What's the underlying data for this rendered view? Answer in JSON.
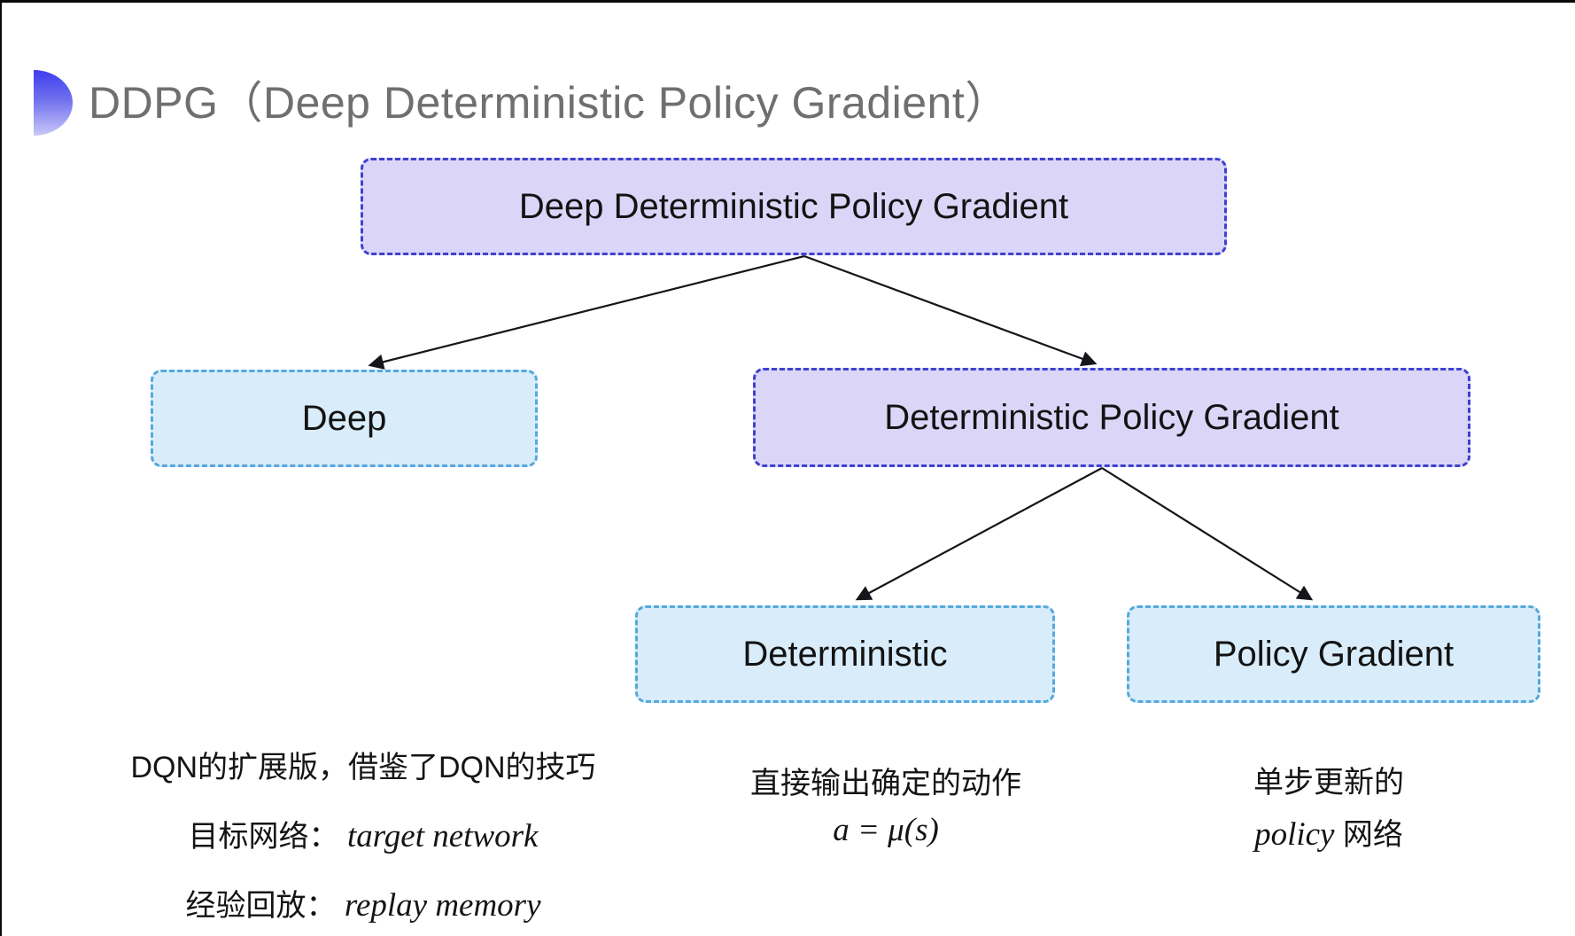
{
  "header": {
    "title": "DDPG（Deep Deterministic Policy Gradient）"
  },
  "nodes": {
    "root": {
      "label": "Deep Deterministic Policy Gradient",
      "variant": "purple"
    },
    "deep": {
      "label": "Deep",
      "variant": "blue"
    },
    "dpg": {
      "label": "Deterministic Policy Gradient",
      "variant": "purple"
    },
    "deterministic": {
      "label": "Deterministic",
      "variant": "blue"
    },
    "policy_gradient": {
      "label": "Policy Gradient",
      "variant": "blue"
    }
  },
  "annotations": {
    "deep": {
      "summary": "DQN的扩展版，借鉴了DQN的技巧",
      "target_label": "目标网络：",
      "target_value": "target network",
      "replay_label": "经验回放：",
      "replay_value": "replay memory"
    },
    "deterministic": {
      "line1": "直接输出确定的动作",
      "formula": "a = μ(s)"
    },
    "policy_gradient": {
      "line1": "单步更新的",
      "word_en": "policy",
      "word_cn": " 网络"
    }
  },
  "colors": {
    "purple_fill": "#dbd6f8",
    "purple_border": "#4040d0",
    "blue_fill": "#d8ecf9",
    "blue_border": "#55a8dd",
    "arrow": "#15151a",
    "title_gray": "#6f6f6f",
    "accent_gradient_top": "#3d3df0",
    "accent_gradient_bottom": "#c9c8f8"
  }
}
